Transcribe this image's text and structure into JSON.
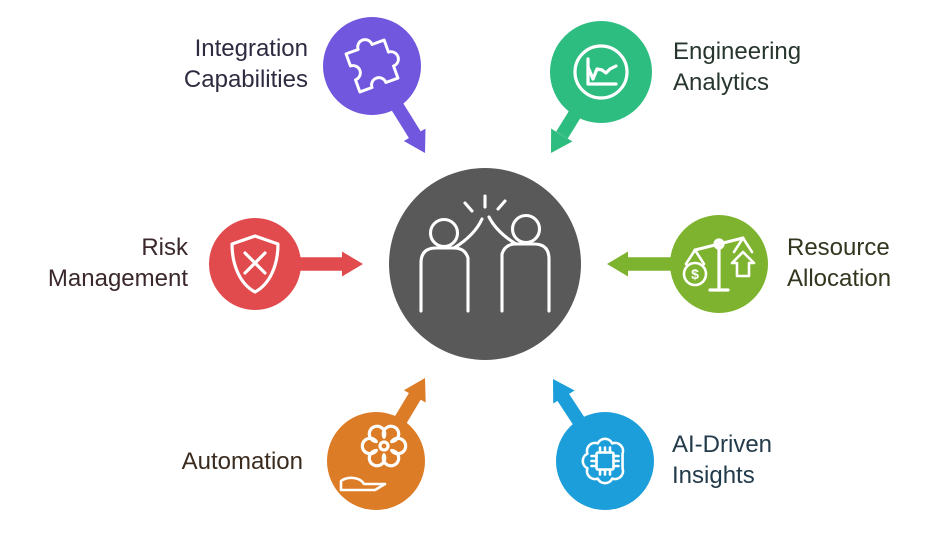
{
  "diagram": {
    "type": "hub-and-spoke",
    "background_color": "#ffffff",
    "center": {
      "name": "collaboration-hub",
      "icon": "high-five-people-icon",
      "color": "#595959"
    },
    "nodes": [
      {
        "id": "integration-capabilities",
        "label": "Integration Capabilities",
        "lines": [
          "Integration",
          "Capabilities"
        ],
        "icon": "puzzle-piece-icon",
        "color": "#7157de",
        "text_color": "#2e2b40",
        "position": "top-left"
      },
      {
        "id": "engineering-analytics",
        "label": "Engineering Analytics",
        "lines": [
          "Engineering",
          "Analytics"
        ],
        "icon": "line-chart-icon",
        "color": "#2ebd80",
        "text_color": "#28372e",
        "position": "top-right"
      },
      {
        "id": "risk-management",
        "label": "Risk Management",
        "lines": [
          "Risk",
          "Management"
        ],
        "icon": "shield-x-icon",
        "color": "#e14b4e",
        "text_color": "#3a282b",
        "position": "left"
      },
      {
        "id": "resource-allocation",
        "label": "Resource Allocation",
        "lines": [
          "Resource",
          "Allocation"
        ],
        "icon": "balance-scale-icon",
        "color": "#7db32f",
        "text_color": "#33361e",
        "position": "right",
        "glyph": "$"
      },
      {
        "id": "automation",
        "label": "Automation",
        "lines": [
          "Automation"
        ],
        "icon": "gear-hand-icon",
        "color": "#dc7c27",
        "text_color": "#3a2b1e",
        "position": "bottom-left"
      },
      {
        "id": "ai-driven-insights",
        "label": "AI-Driven Insights",
        "lines": [
          "AI-Driven",
          "Insights"
        ],
        "icon": "brain-chip-icon",
        "color": "#1b9ed9",
        "text_color": "#223a4a",
        "position": "bottom-right"
      }
    ]
  },
  "nodes": [
    {
      "color": "#7157de",
      "text_color": "#2e2b40",
      "lines": [
        "Integration",
        "Capabilities"
      ]
    },
    {
      "color": "#2ebd80",
      "text_color": "#28372e",
      "lines": [
        "Engineering",
        "Analytics"
      ]
    },
    {
      "color": "#e14b4e",
      "text_color": "#3a282b",
      "lines": [
        "Risk",
        "Management"
      ]
    },
    {
      "color": "#7db32f",
      "text_color": "#33361e",
      "lines": [
        "Resource",
        "Allocation"
      ],
      "glyph": "$"
    },
    {
      "color": "#dc7c27",
      "text_color": "#3a2b1e",
      "lines": [
        "Automation"
      ]
    },
    {
      "color": "#1b9ed9",
      "text_color": "#223a4a",
      "lines": [
        "AI-Driven",
        "Insights"
      ]
    }
  ],
  "center": {
    "color": "#595959"
  }
}
